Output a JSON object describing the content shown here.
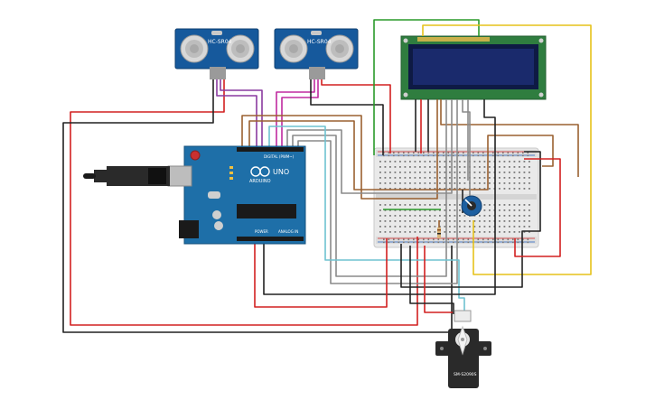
{
  "sensors": [
    {
      "label": "HC-SR04"
    },
    {
      "label": "HC-SR04"
    }
  ],
  "arduino": {
    "brand": "ARDUINO",
    "model": "UNO",
    "digital_label": "DIGITAL (PWM~)",
    "power_label": "POWER",
    "analog_label": "ANALOG IN"
  },
  "servo": {
    "label": "SM-S2090S"
  },
  "colors": {
    "red": "#d22020",
    "black": "#222222",
    "purple": "#8a3aa0",
    "magenta": "#c02aa0",
    "brown": "#9a6030",
    "green": "#2a9a2a",
    "yellow": "#e6c21a",
    "gray": "#8a8a8a",
    "cyan": "#6ec2d0",
    "board_blue": "#1e6fa8",
    "sensor_blue": "#16599c",
    "lcd_green": "#2f7d3f",
    "lcd_screen": "#1a2a6c"
  }
}
